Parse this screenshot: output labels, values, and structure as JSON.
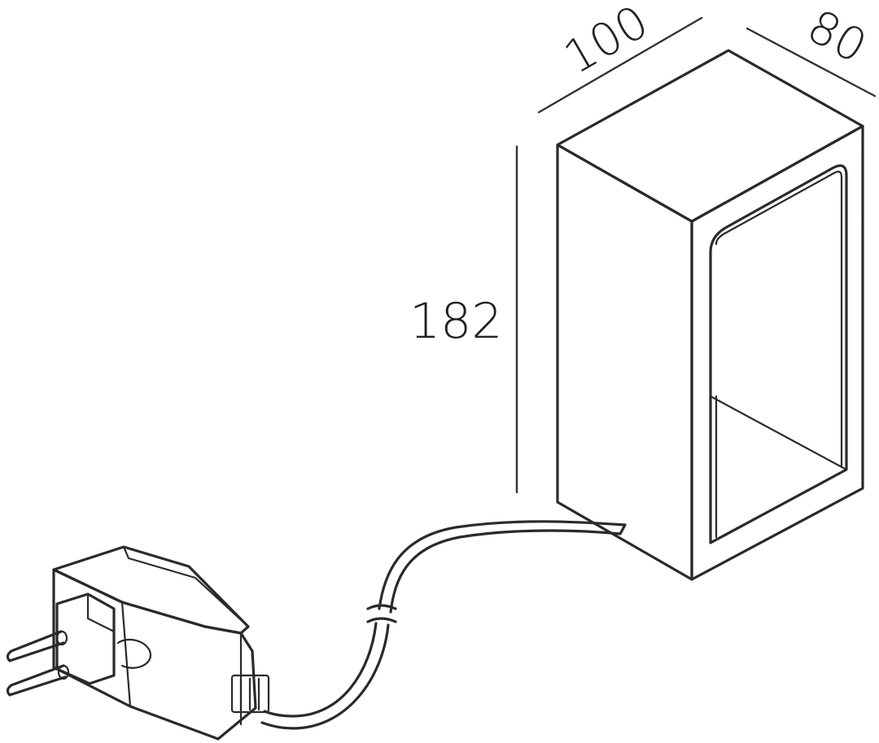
{
  "dimensions": {
    "width": "100",
    "depth": "80",
    "height": "182"
  },
  "colors": {
    "line": "#2a2a2a",
    "background": "#ffffff"
  }
}
